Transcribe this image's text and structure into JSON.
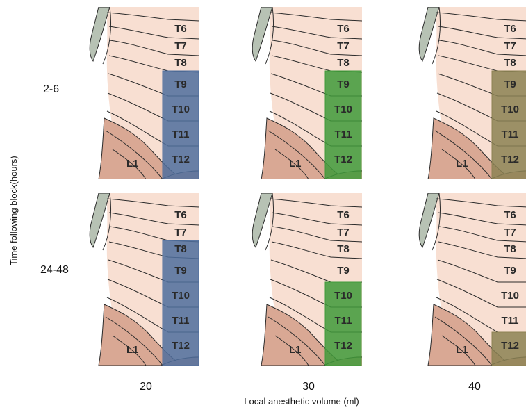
{
  "rows": [
    {
      "label": "2-6"
    },
    {
      "label": "24-48"
    }
  ],
  "columns": [
    {
      "label": "20"
    },
    {
      "label": "30"
    },
    {
      "label": "40"
    }
  ],
  "x_axis_label": "Local anesthetic volume (ml)",
  "y_axis_label": "Time following block(hours)",
  "segment_labels": [
    "T6",
    "T7",
    "T8",
    "T9",
    "T10",
    "T11",
    "T12"
  ],
  "lumbar_label": "L1",
  "panels": [
    {
      "row": 0,
      "col": 0,
      "block_from": "T9",
      "block_to": "T12",
      "color": "#4f6f9e"
    },
    {
      "row": 0,
      "col": 1,
      "block_from": "T9",
      "block_to": "T12",
      "color": "#3f9a3a"
    },
    {
      "row": 0,
      "col": 2,
      "block_from": "T9",
      "block_to": "T12",
      "color": "#8c8253"
    },
    {
      "row": 1,
      "col": 0,
      "block_from": "T8",
      "block_to": "T12",
      "color": "#4f6f9e"
    },
    {
      "row": 1,
      "col": 1,
      "block_from": "T10",
      "block_to": "T12",
      "color": "#3f9a3a"
    },
    {
      "row": 1,
      "col": 2,
      "block_from": "T12",
      "block_to": "T12",
      "color": "#8c8253"
    }
  ],
  "colors": {
    "skin": "#f8dfd2",
    "lower_skin": "#d9a894",
    "arm": "#b7c2b4",
    "line": "#2b2b2b"
  }
}
